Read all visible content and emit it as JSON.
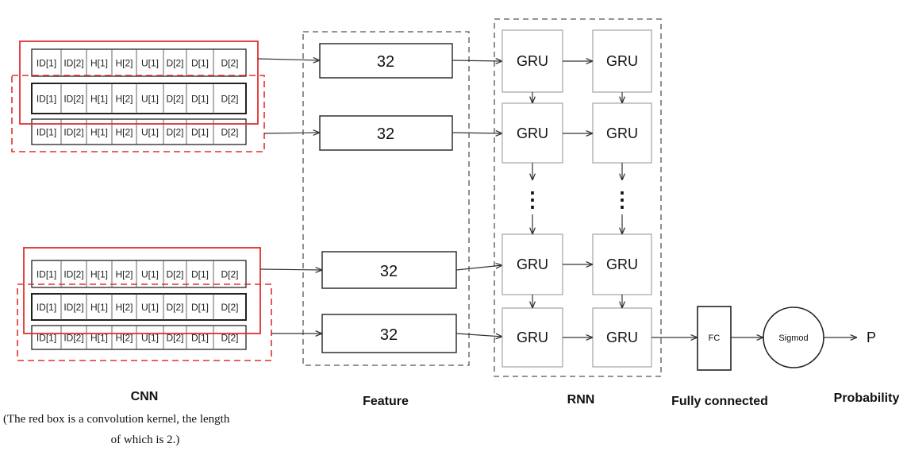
{
  "cells": [
    "ID[1]",
    "ID[2]",
    "H[1]",
    "H[2]",
    "U[1]",
    "D[2]",
    "D[1]",
    "D[2]"
  ],
  "feature_value": "32",
  "gru_label": "GRU",
  "ellipsis": "⋮",
  "fc_label": "FC",
  "sigmoid_label": "Sigmod",
  "output_label": "P",
  "labels": {
    "cnn": "CNN",
    "feature": "Feature",
    "rnn": "RNN",
    "fully_connected": "Fully connected",
    "probability": "Probability"
  },
  "caption": {
    "line1": "(The red box is a convolution kernel, the length",
    "line2": "of which is 2.)"
  },
  "colors": {
    "kernel_red": "#e03030",
    "dashed_gray": "#555555",
    "gru_border": "#aaaaaa"
  }
}
